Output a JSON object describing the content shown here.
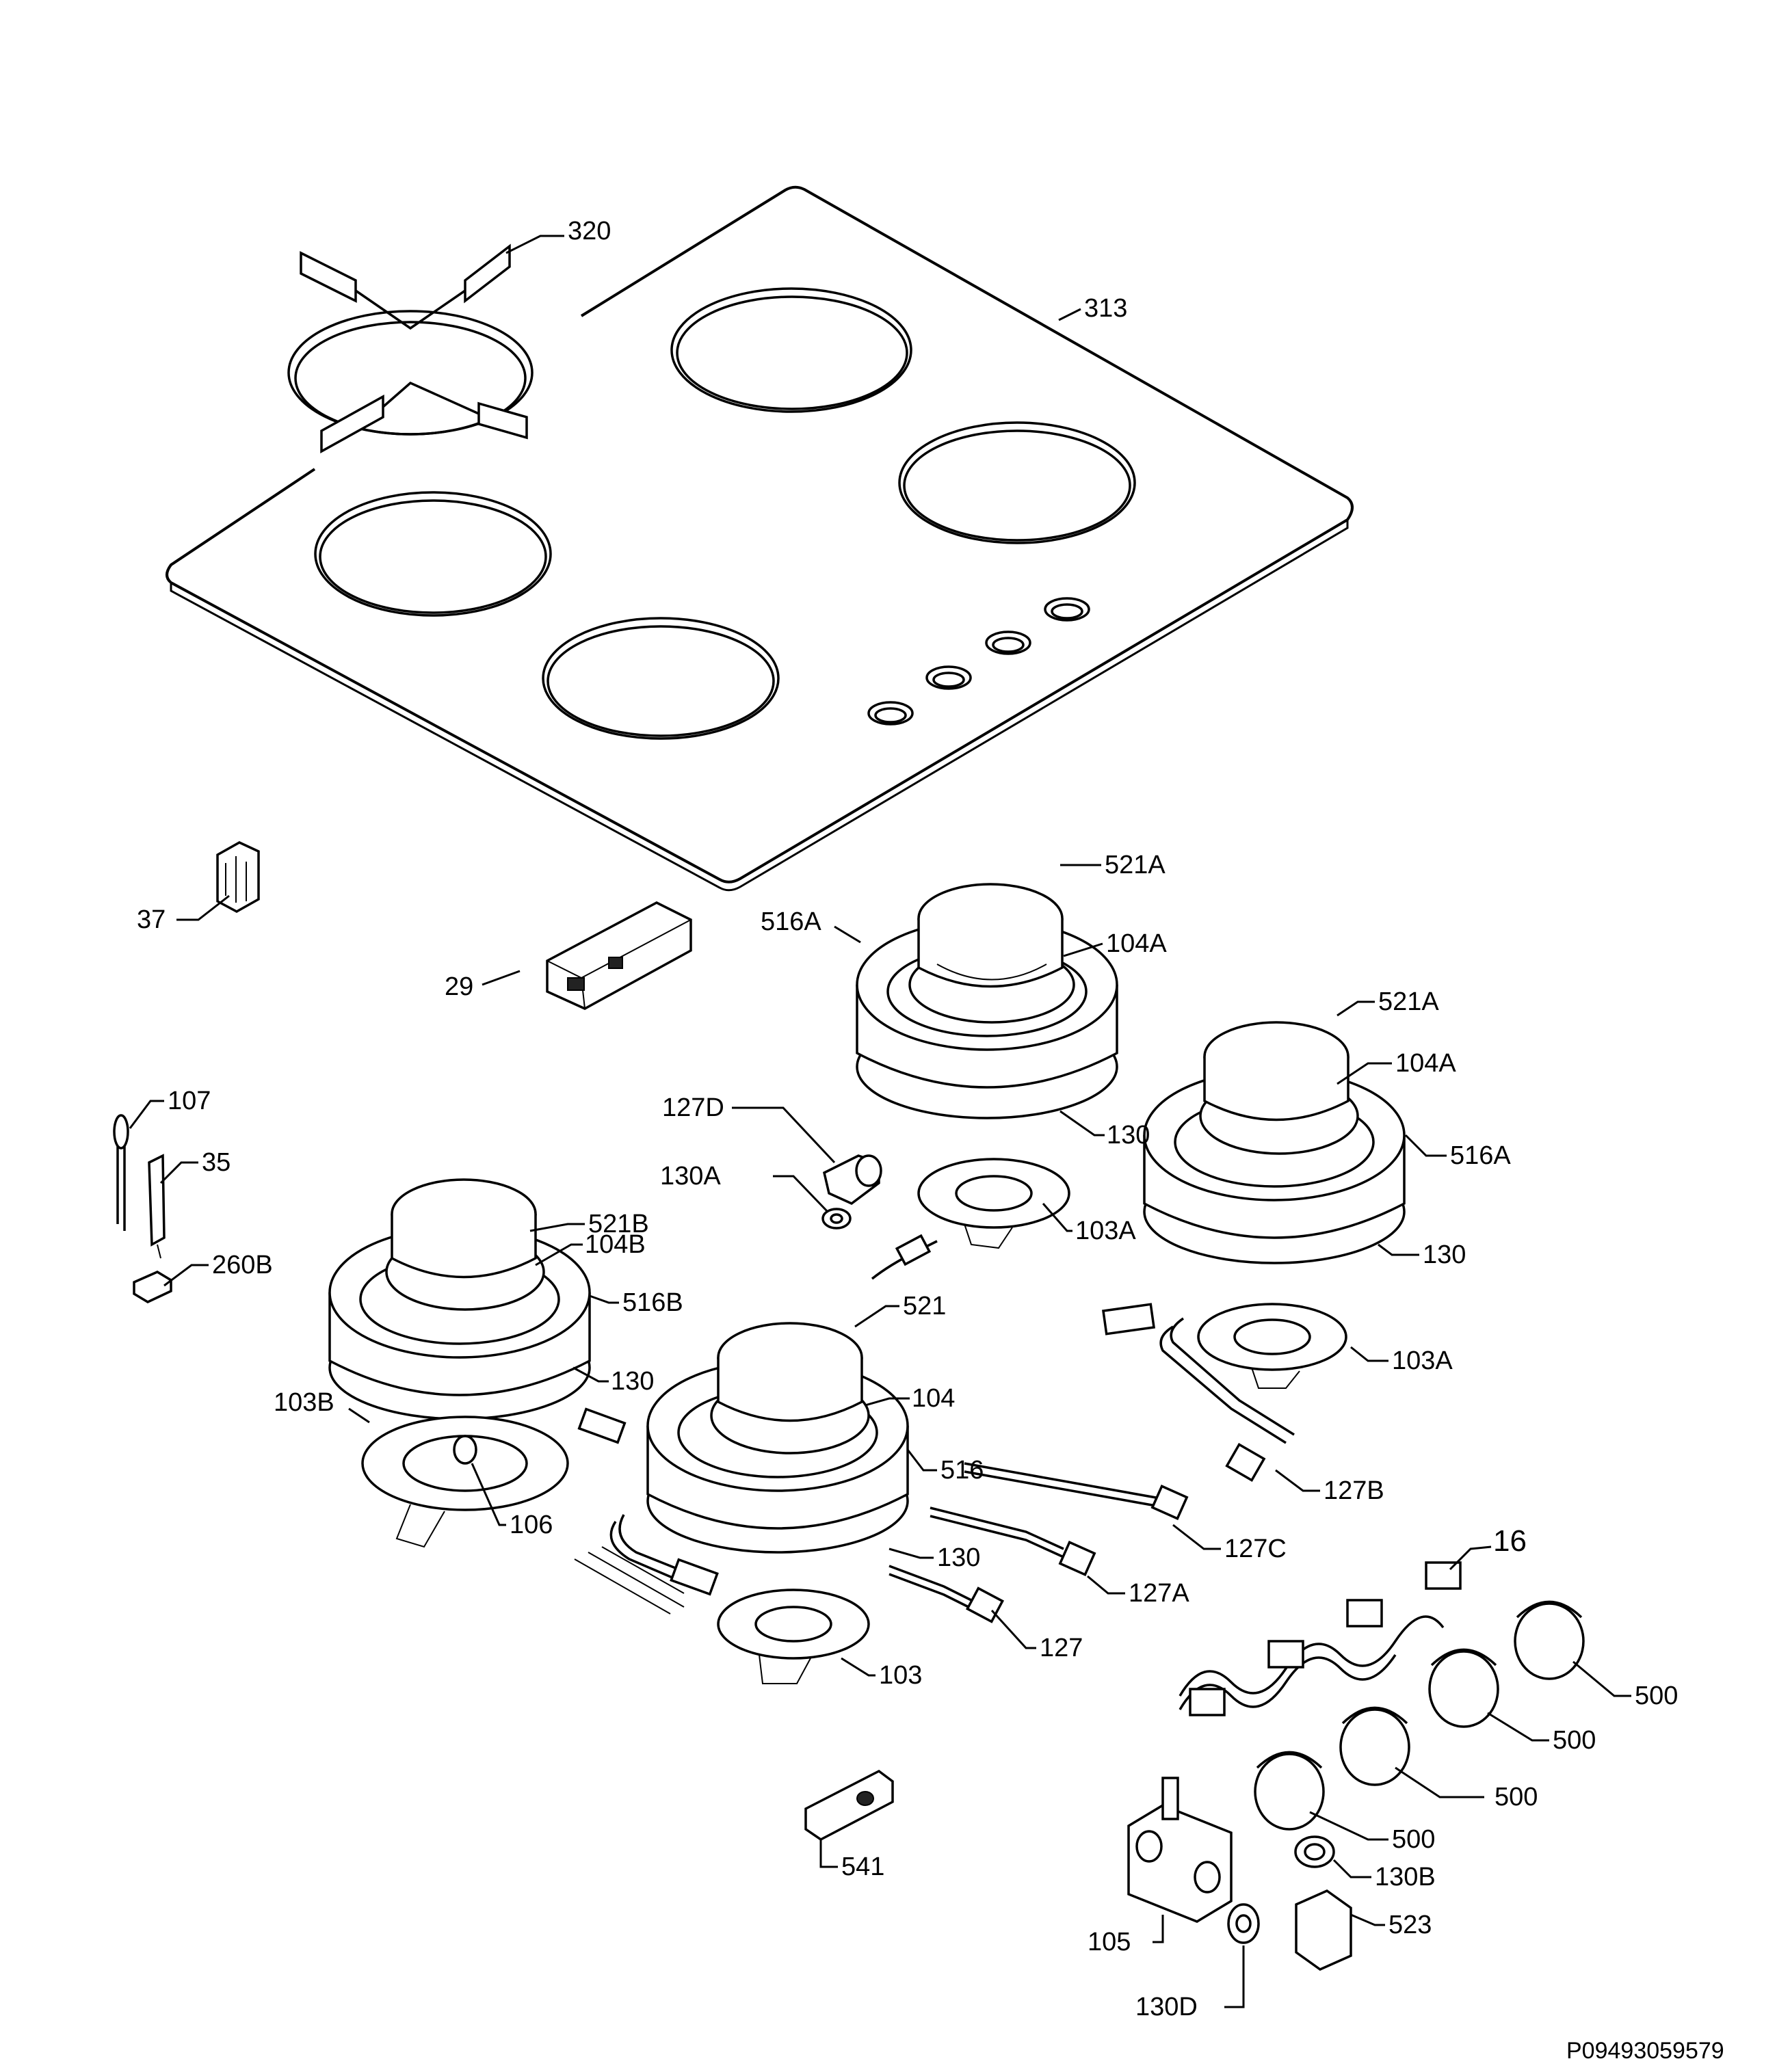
{
  "sheet_code": "P09493059579",
  "labels": {
    "l320": "320",
    "l313": "313",
    "l37": "37",
    "l29": "29",
    "l521A_1": "521A",
    "l516A_1": "516A",
    "l104A_1": "104A",
    "l130_1": "130",
    "l521A_2": "521A",
    "l104A_2": "104A",
    "l516A_2": "516A",
    "l130_2": "130",
    "l127D": "127D",
    "l130A": "130A",
    "l103A_1": "103A",
    "l103A_2": "103A",
    "l107": "107",
    "l35": "35",
    "l260B": "260B",
    "l521B": "521B",
    "l104B": "104B",
    "l516B": "516B",
    "l130_3": "130",
    "l103B": "103B",
    "l106": "106",
    "l521": "521",
    "l104": "104",
    "l516": "516",
    "l130_4": "130",
    "l103": "103",
    "l127": "127",
    "l127A": "127A",
    "l127C": "127C",
    "l127B": "127B",
    "l16": "16",
    "l500_1": "500",
    "l500_2": "500",
    "l500_3": "500",
    "l500_4": "500",
    "l130B": "130B",
    "l523": "523",
    "l541": "541",
    "l105": "105",
    "l130D": "130D"
  }
}
